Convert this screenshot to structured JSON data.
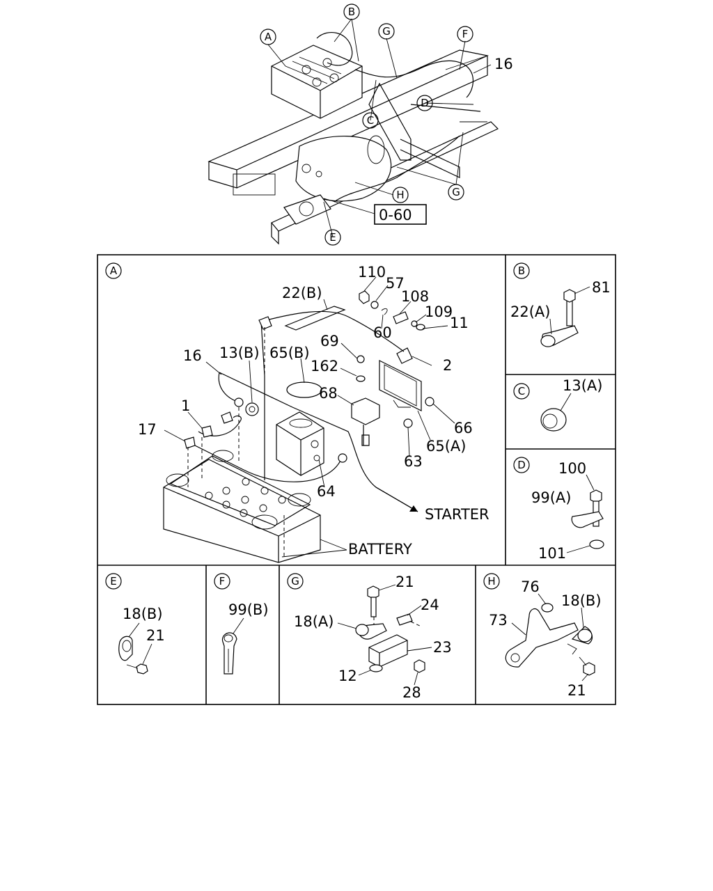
{
  "overview": {
    "callouts": {
      "A": "A",
      "B": "B",
      "C": "C",
      "D": "D",
      "E": "E",
      "F": "F",
      "G": "G",
      "G2": "G",
      "H": "H"
    },
    "part_16": "16",
    "ref_box": "0-60"
  },
  "panels": {
    "A": {
      "letter": "A",
      "parts": {
        "p110": "110",
        "p57": "57",
        "p108": "108",
        "p109": "109",
        "p11": "11",
        "p60": "60",
        "p22b": "22(B)",
        "p69": "69",
        "p162": "162",
        "p2": "2",
        "p16": "16",
        "p13b": "13(B)",
        "p65b": "65(B)",
        "p68": "68",
        "p1": "1",
        "p17": "17",
        "p66": "66",
        "p65a": "65(A)",
        "p63": "63",
        "p64": "64"
      },
      "starter": "STARTER",
      "battery": "BATTERY"
    },
    "B": {
      "letter": "B",
      "parts": {
        "p81": "81",
        "p22a": "22(A)"
      }
    },
    "C": {
      "letter": "C",
      "parts": {
        "p13a": "13(A)"
      }
    },
    "D": {
      "letter": "D",
      "parts": {
        "p100": "100",
        "p99a": "99(A)",
        "p101": "101"
      }
    },
    "E": {
      "letter": "E",
      "parts": {
        "p18b": "18(B)",
        "p21": "21"
      }
    },
    "F": {
      "letter": "F",
      "parts": {
        "p99b": "99(B)"
      }
    },
    "G": {
      "letter": "G",
      "parts": {
        "p21": "21",
        "p24": "24",
        "p18a": "18(A)",
        "p23": "23",
        "p12": "12",
        "p28": "28"
      }
    },
    "H": {
      "letter": "H",
      "parts": {
        "p76": "76",
        "p18b": "18(B)",
        "p73": "73",
        "p21": "21"
      }
    }
  }
}
